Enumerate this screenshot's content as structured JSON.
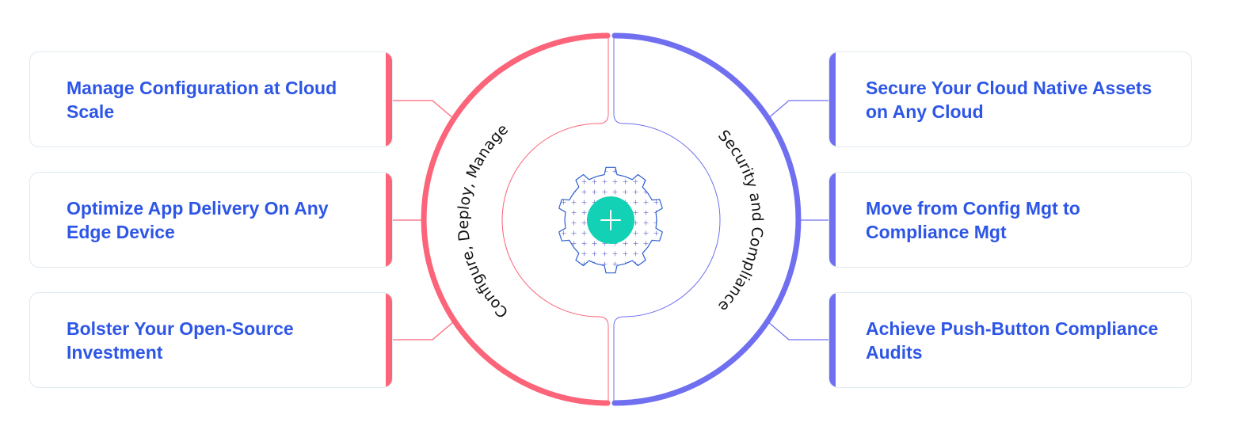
{
  "left_items": [
    {
      "label": "Manage Configuration at Cloud Scale"
    },
    {
      "label": "Optimize App Delivery On Any Edge Device"
    },
    {
      "label": "Bolster Your Open-Source Investment"
    }
  ],
  "right_items": [
    {
      "label": "Secure Your Cloud Native Assets on Any Cloud"
    },
    {
      "label": "Move from Config Mgt to Compliance Mgt"
    },
    {
      "label": "Achieve Push-Button Compliance Audits"
    }
  ],
  "left_arc_label": "Configure, Deploy, Manage",
  "right_arc_label": "Security and Compliance",
  "center_icon": "plus-icon",
  "colors": {
    "left_accent": "#fb6479",
    "right_accent": "#6f6ff0",
    "text": "#2e56e6",
    "center": "#13d1b4",
    "gear_outline": "#2e5fcf"
  }
}
